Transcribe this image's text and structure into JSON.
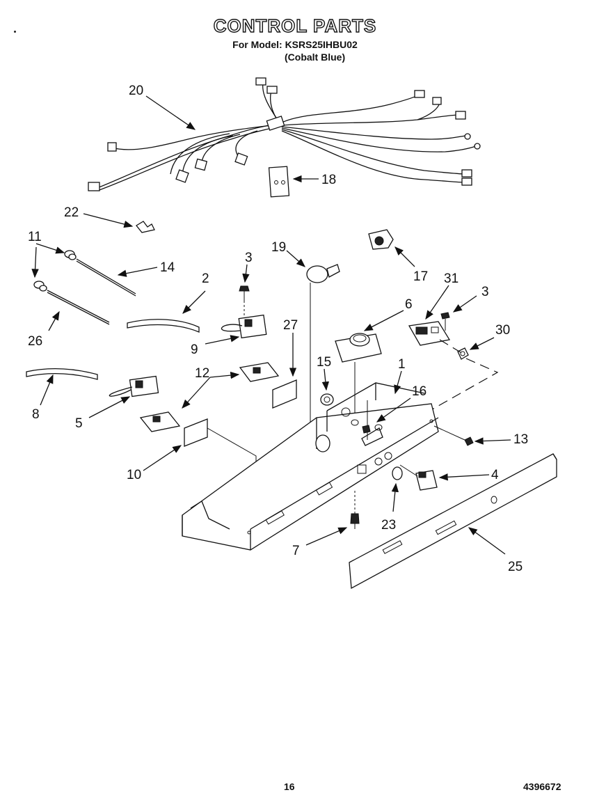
{
  "header": {
    "title": "CONTROL PARTS",
    "model_line": "For Model: KSRS25IHBU02",
    "color_line": "(Cobalt Blue)"
  },
  "footer": {
    "page_number": "16",
    "document_number": "4396672"
  },
  "callouts": [
    "20",
    "18",
    "22",
    "11",
    "14",
    "3",
    "2",
    "26",
    "9",
    "19",
    "17",
    "31",
    "3",
    "6",
    "30",
    "27",
    "15",
    "1",
    "16",
    "8",
    "12",
    "5",
    "10",
    "13",
    "4",
    "23",
    "7",
    "25"
  ]
}
